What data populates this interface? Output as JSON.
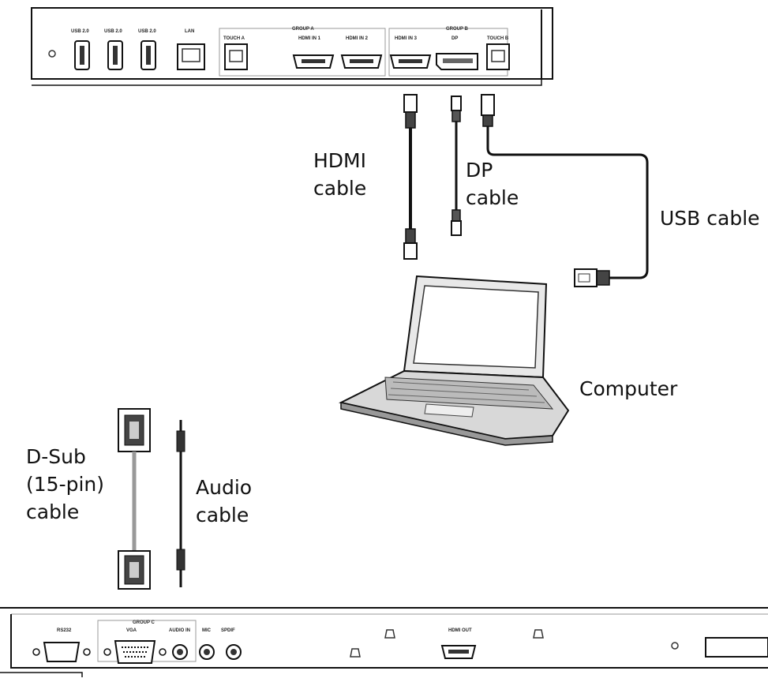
{
  "labels": {
    "hdmi_line1": "HDMI",
    "hdmi_line2": "cable",
    "dp_line1": "DP",
    "dp_line2": "cable",
    "usb": "USB cable",
    "computer": "Computer",
    "dsub_line1": "D-Sub",
    "dsub_line2": "(15-pin)",
    "dsub_line3": "cable",
    "audio_line1": "Audio",
    "audio_line2": "cable"
  },
  "top_panel": {
    "ports": [
      "USB 2.0",
      "USB 2.0",
      "USB 2.0",
      "LAN",
      "TOUCH A",
      "HDMI IN 1",
      "HDMI IN 2",
      "HDMI IN 3",
      "DP",
      "TOUCH B"
    ],
    "group_a": "GROUP A",
    "group_b": "GROUP B"
  },
  "bottom_panel": {
    "ports": [
      "RS232",
      "VGA",
      "AUDIO IN",
      "MIC",
      "SPDIF",
      "HDMI OUT"
    ],
    "group": "GROUP C"
  },
  "colors": {
    "line": "#111111",
    "panel": "#ffffff",
    "shade": "#888888"
  }
}
